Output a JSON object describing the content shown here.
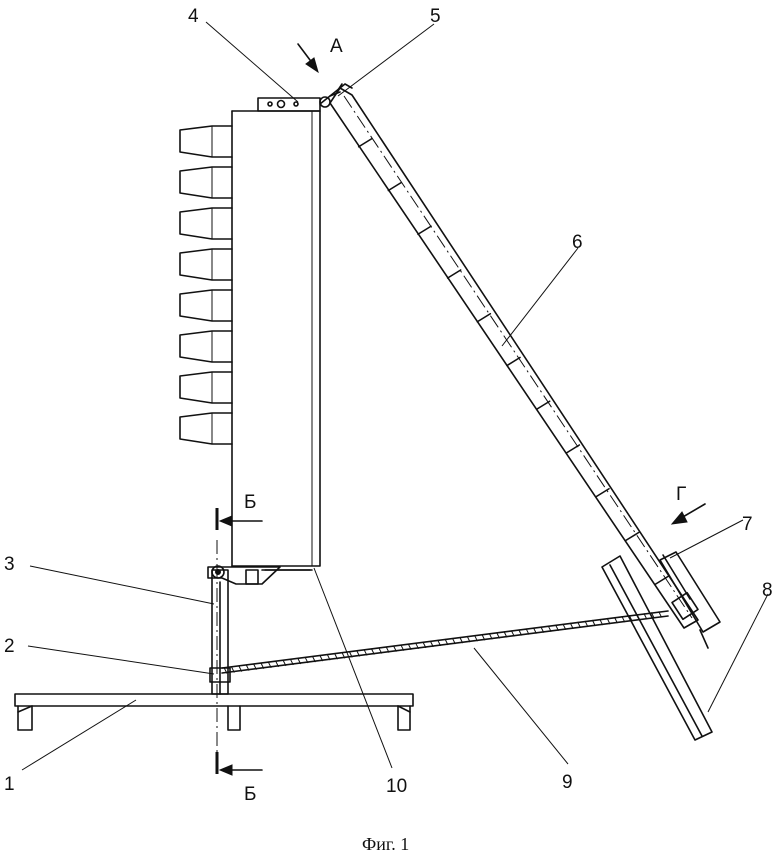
{
  "figure": {
    "labels": {
      "n1": "1",
      "n2": "2",
      "n3": "3",
      "n4": "4",
      "n5": "5",
      "n6": "6",
      "n7": "7",
      "n8": "8",
      "n9": "9",
      "n10": "10"
    },
    "arrows": {
      "a": "А",
      "g": "Г",
      "b_top": "Б",
      "b_bottom": "Б"
    },
    "caption": "Фиг. 1"
  }
}
